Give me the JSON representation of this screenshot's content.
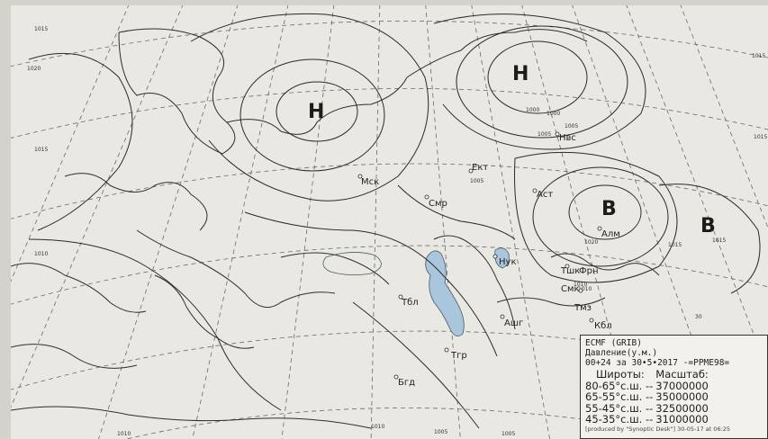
{
  "pressure_centers": [
    {
      "id": "h1",
      "label": "Н"
    },
    {
      "id": "h2",
      "label": "Н"
    },
    {
      "id": "b1",
      "label": "В"
    },
    {
      "id": "b2",
      "label": "В"
    }
  ],
  "cities": [
    {
      "id": "msk",
      "label": "Мск"
    },
    {
      "id": "smr",
      "label": "Смр"
    },
    {
      "id": "ekt",
      "label": "Ект"
    },
    {
      "id": "nvs",
      "label": "Нвс"
    },
    {
      "id": "ast",
      "label": "Аст"
    },
    {
      "id": "alm",
      "label": "Алм"
    },
    {
      "id": "tbl",
      "label": "Тбл"
    },
    {
      "id": "nuk",
      "label": "Нук"
    },
    {
      "id": "ashg",
      "label": "Ашг"
    },
    {
      "id": "tshk",
      "label": "Тшк"
    },
    {
      "id": "frn",
      "label": "Фрн"
    },
    {
      "id": "smk",
      "label": "Смк"
    },
    {
      "id": "tmz",
      "label": "Тмз"
    },
    {
      "id": "kbl",
      "label": "Кбл"
    },
    {
      "id": "trg",
      "label": "Тгр"
    },
    {
      "id": "bgd",
      "label": "Бгд"
    }
  ],
  "isobar_labels": [
    "1015",
    "1020",
    "1015",
    "1010",
    "1000",
    "1005",
    "1000",
    "1005",
    "1005",
    "1015",
    "1015",
    "1020",
    "1015",
    "1010",
    "1010",
    "1015",
    "1010",
    "1005",
    "1005",
    "1010",
    "30"
  ],
  "legend": {
    "source": "ECMF (GRIB)",
    "title": "Давление(у.м.)",
    "forecast": "00+24 за 30•5•2017 -=PPME98=",
    "col_lat": "Широты:",
    "col_scale": "Масштаб:",
    "rows": [
      {
        "lat": "80-65°с.ш. --",
        "scale": "37000000"
      },
      {
        "lat": "65-55°с.ш. --",
        "scale": "35000000"
      },
      {
        "lat": "55-45°с.ш. --",
        "scale": "32500000"
      },
      {
        "lat": "45-35°с.ш. --",
        "scale": "31000000"
      }
    ],
    "credit": "[produced by \"Synoptic Desk\"]  30-05-17 at 06:25"
  },
  "colors": {
    "paper": "#e9e8e2",
    "ink": "#2a2a2a",
    "water": "#a9c6dd"
  }
}
